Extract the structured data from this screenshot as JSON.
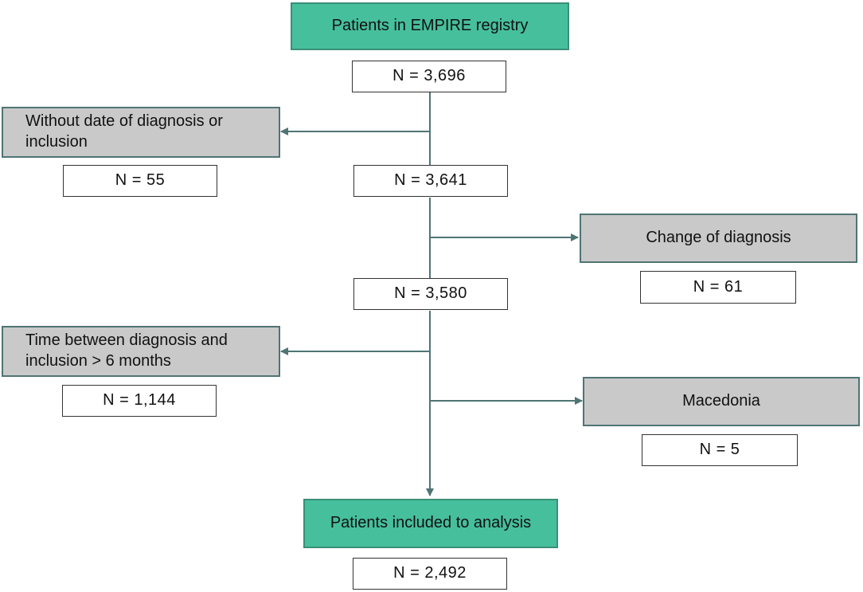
{
  "flowchart": {
    "start": {
      "label": "Patients in EMPIRE registry",
      "count": "N = 3,696"
    },
    "steps": [
      {
        "count": "N = 3,641"
      },
      {
        "count": "N = 3,580"
      }
    ],
    "exclusions": [
      {
        "label": "Without date of diagnosis or inclusion",
        "count": "N = 55"
      },
      {
        "label": "Change of diagnosis",
        "count": "N = 61"
      },
      {
        "label": "Time between diagnosis and inclusion > 6 months",
        "count": "N = 1,144"
      },
      {
        "label": "Macedonia",
        "count": "N = 5"
      }
    ],
    "end": {
      "label": "Patients included to analysis",
      "count": "N = 2,492"
    }
  },
  "colors": {
    "terminal_fill": "#46bf9c",
    "exclusion_fill": "#c9c9c9",
    "connector": "#4f7474"
  }
}
